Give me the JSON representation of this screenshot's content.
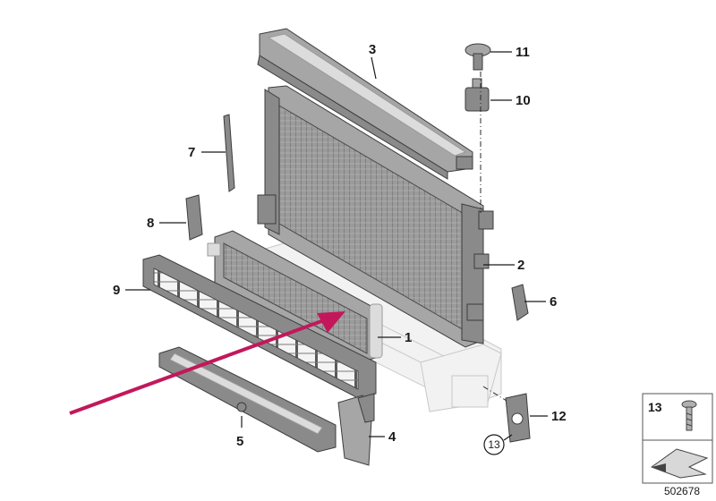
{
  "diagram": {
    "callouts": [
      {
        "id": "1",
        "label": "1"
      },
      {
        "id": "2",
        "label": "2"
      },
      {
        "id": "3",
        "label": "3"
      },
      {
        "id": "4",
        "label": "4"
      },
      {
        "id": "5",
        "label": "5"
      },
      {
        "id": "6",
        "label": "6"
      },
      {
        "id": "7",
        "label": "7"
      },
      {
        "id": "8",
        "label": "8"
      },
      {
        "id": "9",
        "label": "9"
      },
      {
        "id": "10",
        "label": "10"
      },
      {
        "id": "11",
        "label": "11"
      },
      {
        "id": "12",
        "label": "12"
      },
      {
        "id": "13",
        "label": "13"
      }
    ],
    "legend": {
      "item_number": "13"
    },
    "document_number": "502678",
    "arrow_color": "#c2185b"
  }
}
